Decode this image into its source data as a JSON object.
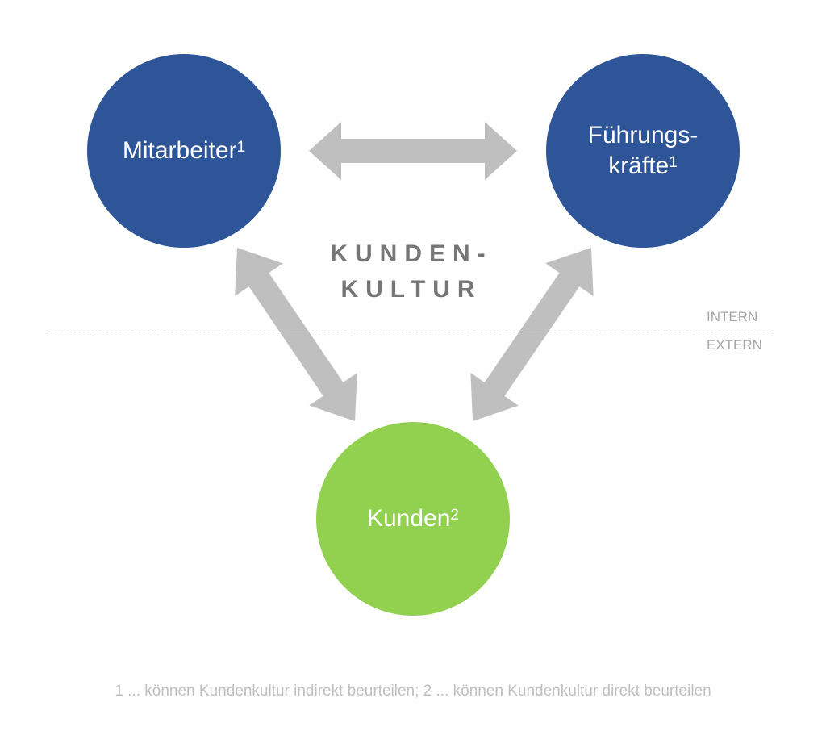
{
  "nodes": {
    "mitarbeiter": {
      "label": "Mitarbeiter",
      "sup": "1"
    },
    "fuehrungskraefte": {
      "line1": "Führungs-",
      "line2": "kräfte",
      "sup": "1"
    },
    "kunden": {
      "label": "Kunden",
      "sup": "2"
    }
  },
  "center_title": {
    "line1": "KUNDEN-",
    "line2": "KULTUR"
  },
  "zones": {
    "intern": "INTERN",
    "extern": "EXTERN"
  },
  "footnote": "1 ... können Kundenkultur indirekt beurteilen; 2 ... können Kundenkultur direkt beurteilen",
  "colors": {
    "staff": "#2E5597",
    "customers": "#92D050",
    "arrows": "#BFBFBF",
    "title": "#767676"
  }
}
